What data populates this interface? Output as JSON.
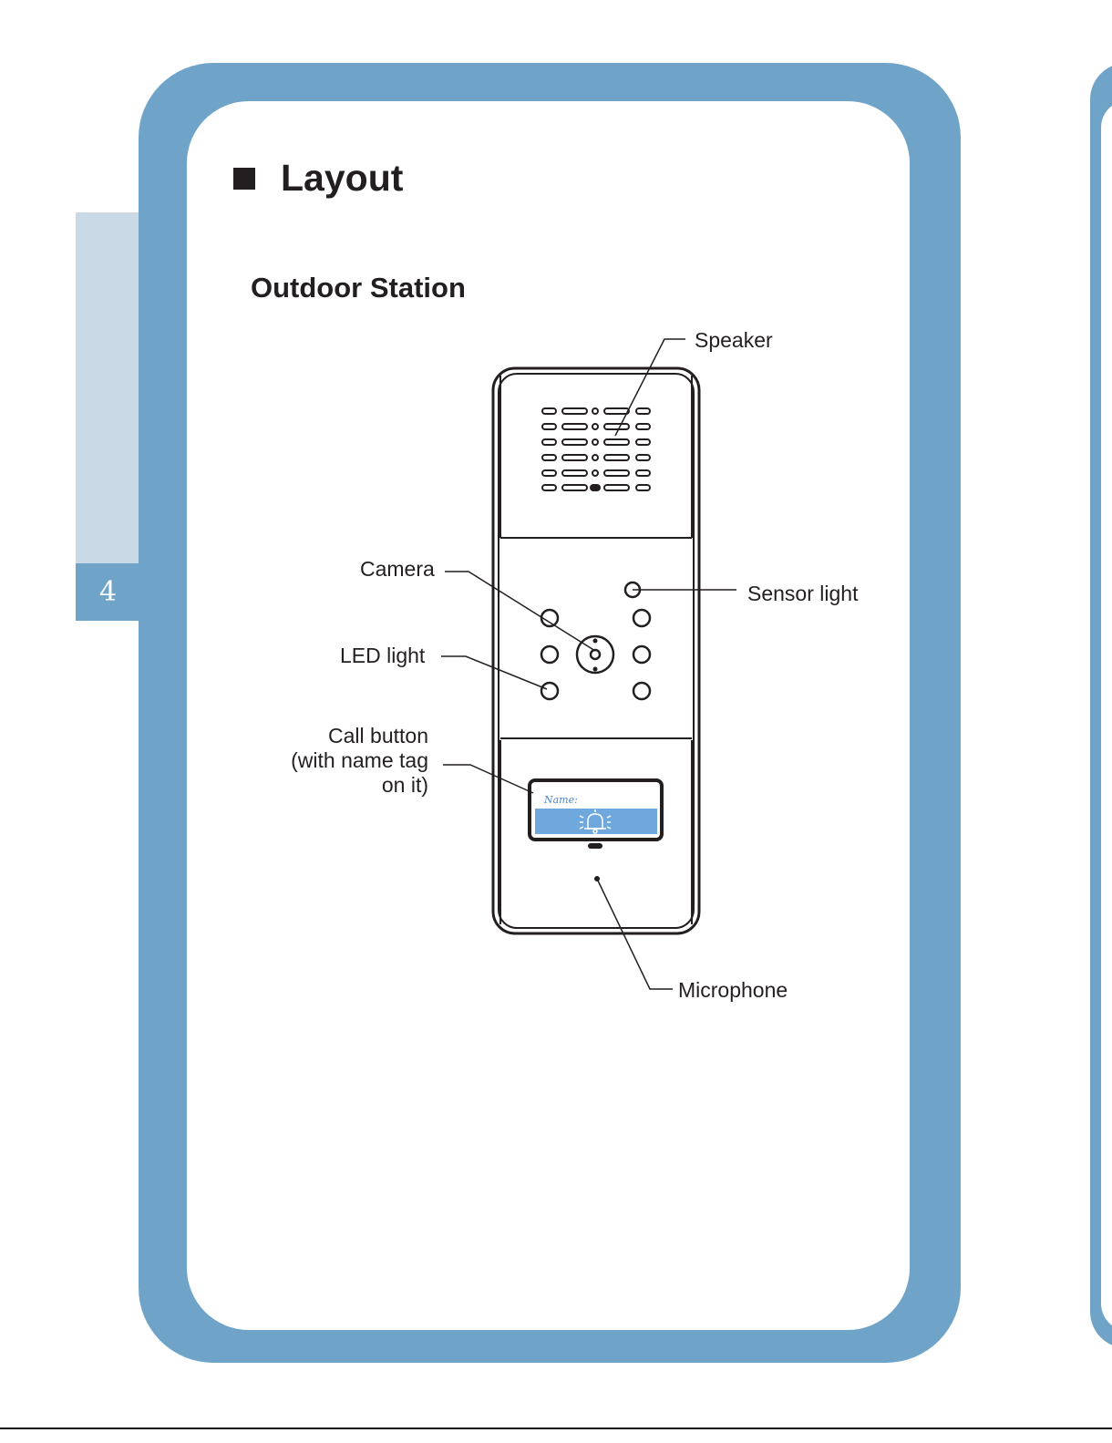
{
  "page": {
    "number": "4",
    "section_title": "Layout",
    "subtitle": "Outdoor Station"
  },
  "callouts": {
    "speaker": "Speaker",
    "camera": "Camera",
    "sensor_light": "Sensor light",
    "led_light": "LED light",
    "call_button_line1": "Call button",
    "call_button_line2": "(with name tag",
    "call_button_line3": "on it)",
    "microphone": "Microphone"
  },
  "name_tag": {
    "label": "Name:"
  },
  "colors": {
    "frame_blue": "#6fa4c8",
    "tab_light_blue": "#c9dae6",
    "name_tag_blue": "#6fa8dc",
    "ink": "#231f20"
  }
}
